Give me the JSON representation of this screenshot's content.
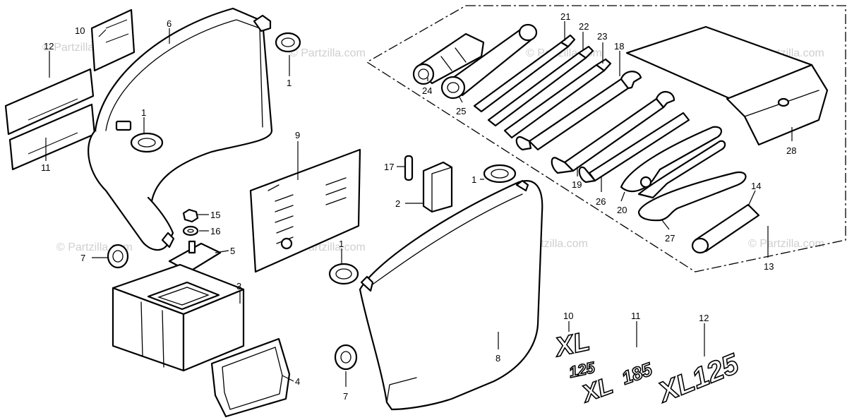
{
  "watermark": {
    "brand": "© Partzilla.com"
  },
  "callouts": [
    {
      "id": "c10a",
      "text": "10"
    },
    {
      "id": "c12a",
      "text": "12"
    },
    {
      "id": "c11a",
      "text": "11"
    },
    {
      "id": "c6",
      "text": "6"
    },
    {
      "id": "c1a",
      "text": "1"
    },
    {
      "id": "c1b",
      "text": "1"
    },
    {
      "id": "c7a",
      "text": "7"
    },
    {
      "id": "c15",
      "text": "15"
    },
    {
      "id": "c16",
      "text": "16"
    },
    {
      "id": "c5",
      "text": "5"
    },
    {
      "id": "c3",
      "text": "3"
    },
    {
      "id": "c4",
      "text": "4"
    },
    {
      "id": "c9",
      "text": "9"
    },
    {
      "id": "c1c",
      "text": "1"
    },
    {
      "id": "c17",
      "text": "17"
    },
    {
      "id": "c2",
      "text": "2"
    },
    {
      "id": "c1d",
      "text": "1"
    },
    {
      "id": "c7b",
      "text": "7"
    },
    {
      "id": "c8",
      "text": "8"
    },
    {
      "id": "c24",
      "text": "24"
    },
    {
      "id": "c25",
      "text": "25"
    },
    {
      "id": "c21",
      "text": "21"
    },
    {
      "id": "c22",
      "text": "22"
    },
    {
      "id": "c23",
      "text": "23"
    },
    {
      "id": "c18",
      "text": "18"
    },
    {
      "id": "c19",
      "text": "19"
    },
    {
      "id": "c26",
      "text": "26"
    },
    {
      "id": "c20",
      "text": "20"
    },
    {
      "id": "c27",
      "text": "27"
    },
    {
      "id": "c14",
      "text": "14"
    },
    {
      "id": "c13",
      "text": "13"
    },
    {
      "id": "c28",
      "text": "28"
    },
    {
      "id": "c10b",
      "text": "10"
    },
    {
      "id": "c11b",
      "text": "11"
    },
    {
      "id": "c12b",
      "text": "12"
    }
  ],
  "decals": {
    "xl125_label": "XL125",
    "xr_label": "XL",
    "xr_number": "125",
    "xl_ab": "XL",
    "xl_num": "185"
  }
}
